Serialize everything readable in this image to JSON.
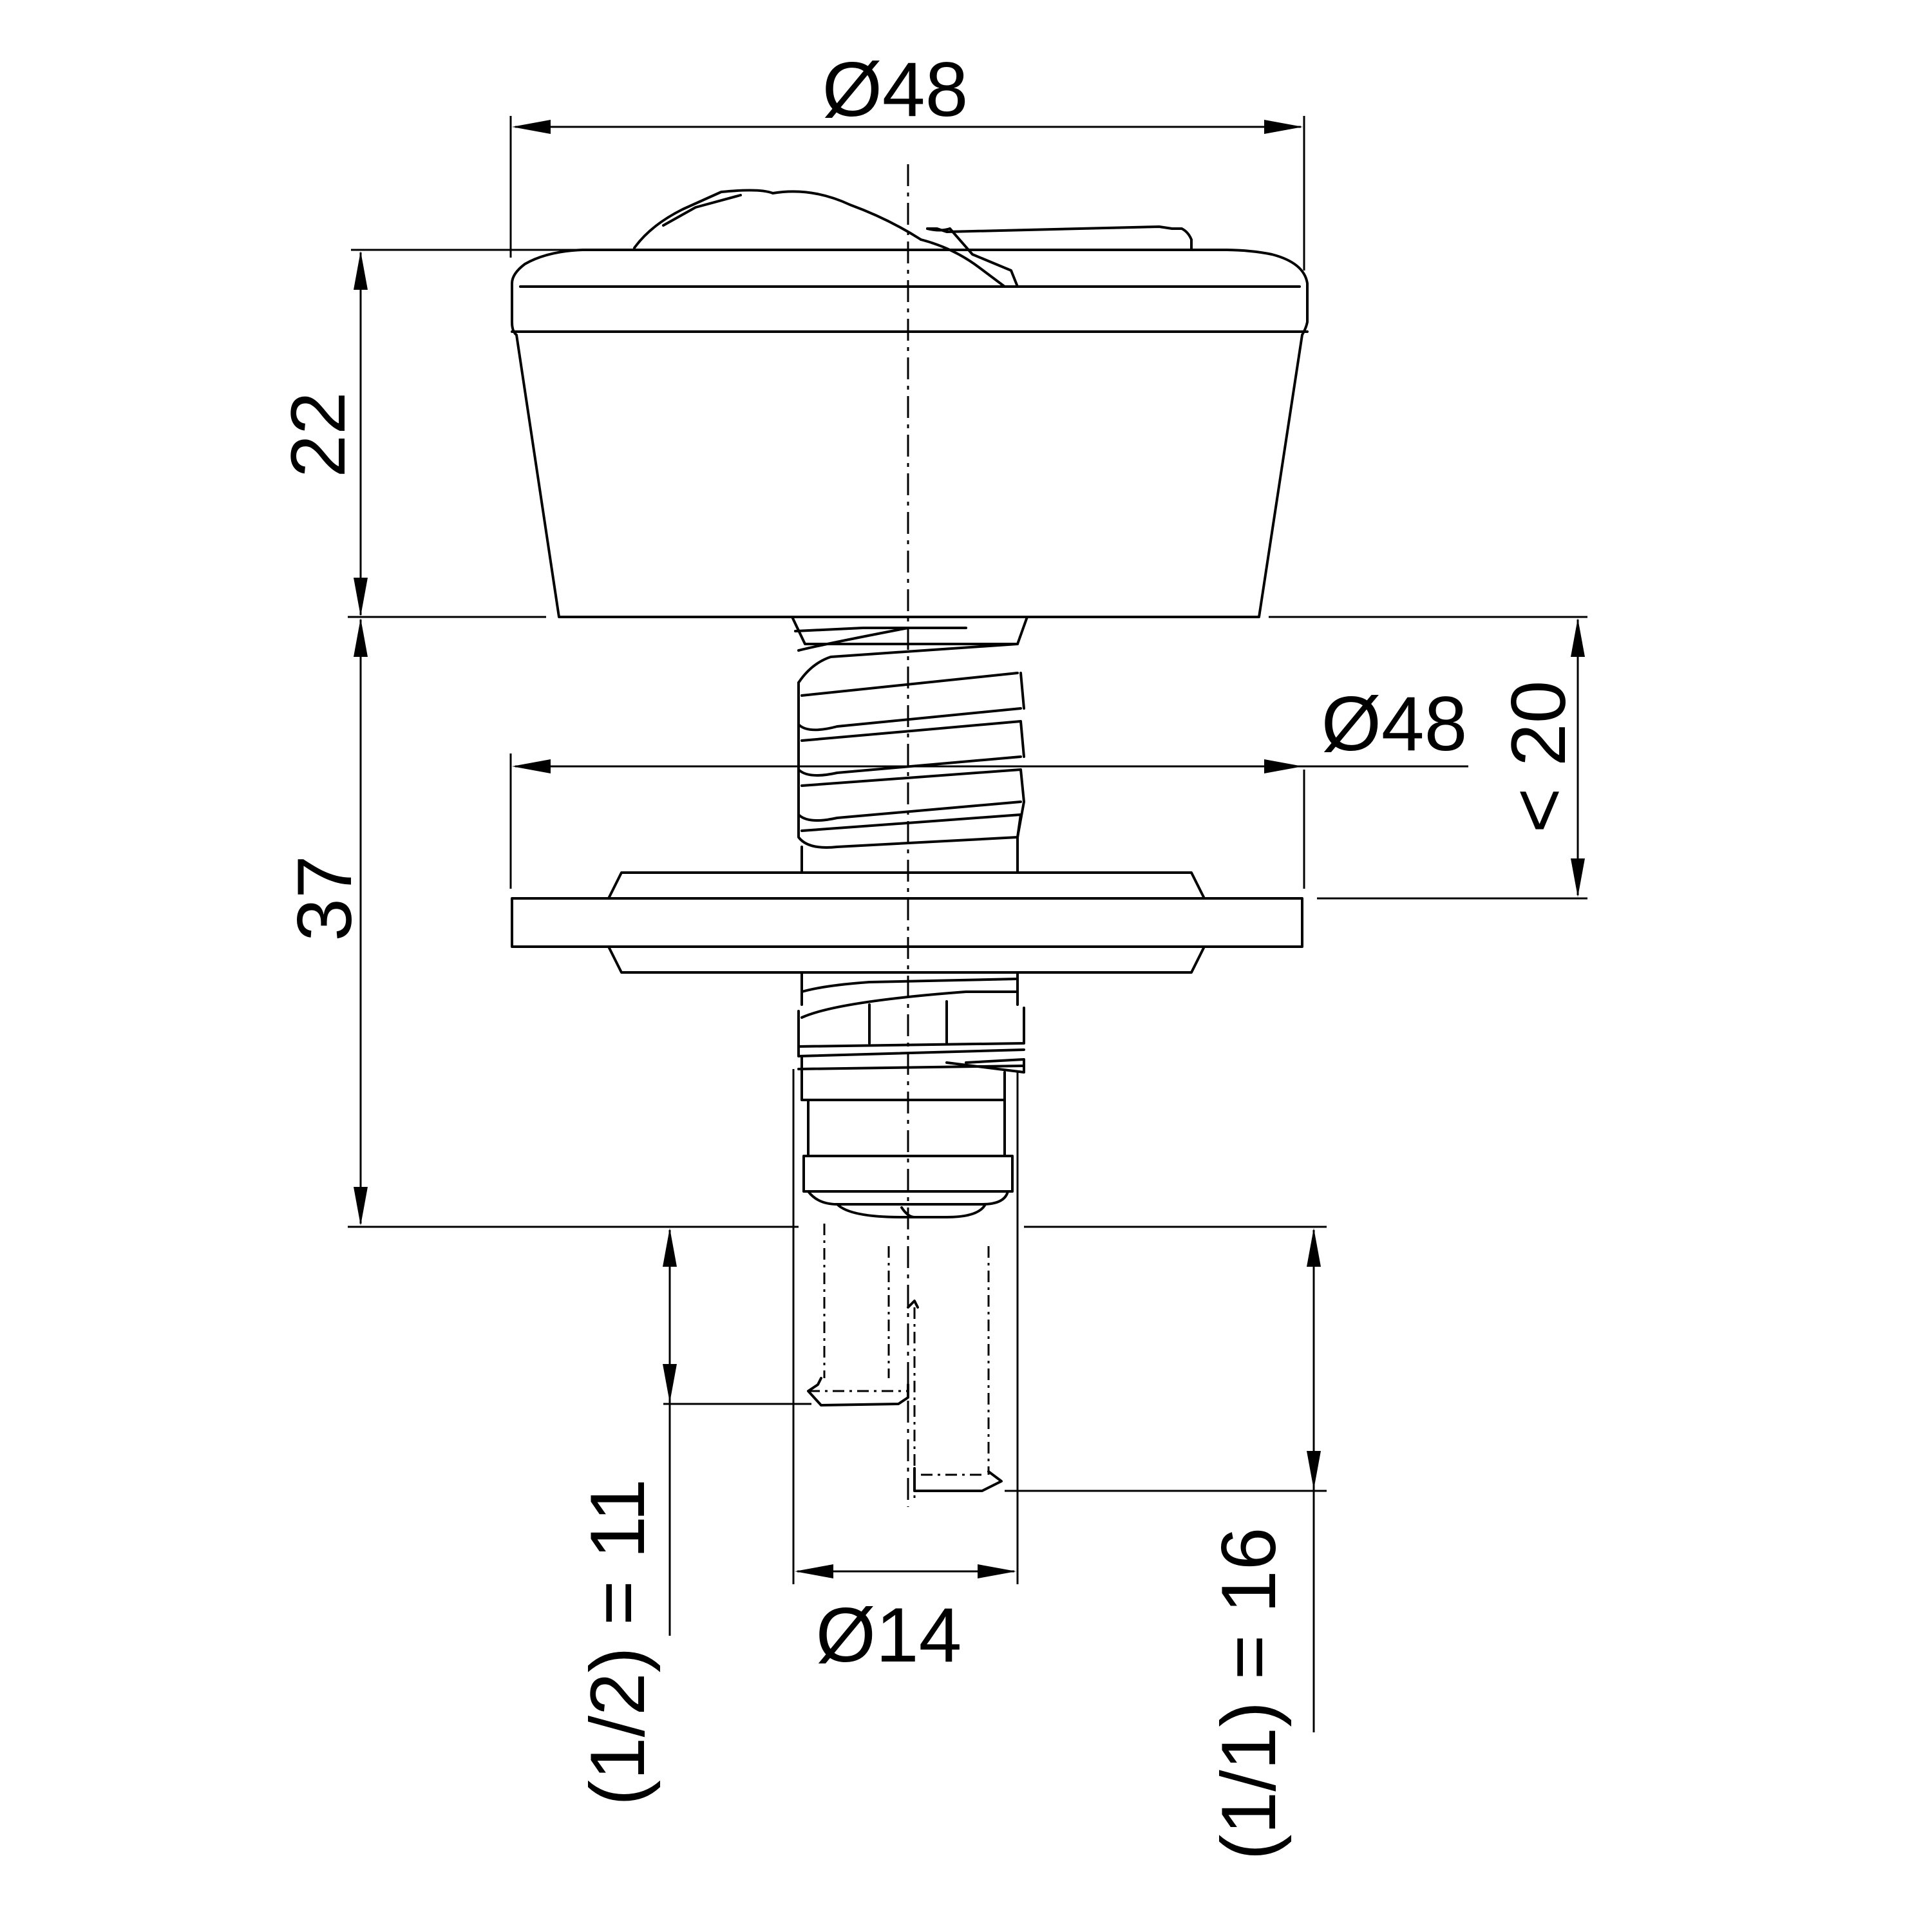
{
  "dimensions": {
    "top_diameter": "Ø48",
    "washer_diameter": "Ø48",
    "thread_diameter": "Ø14",
    "head_height": "22",
    "bolt_length": "37",
    "clamp_range": "< 20",
    "half_turn": "(1/2) = 11",
    "full_turn": "(1/1) = 16"
  }
}
